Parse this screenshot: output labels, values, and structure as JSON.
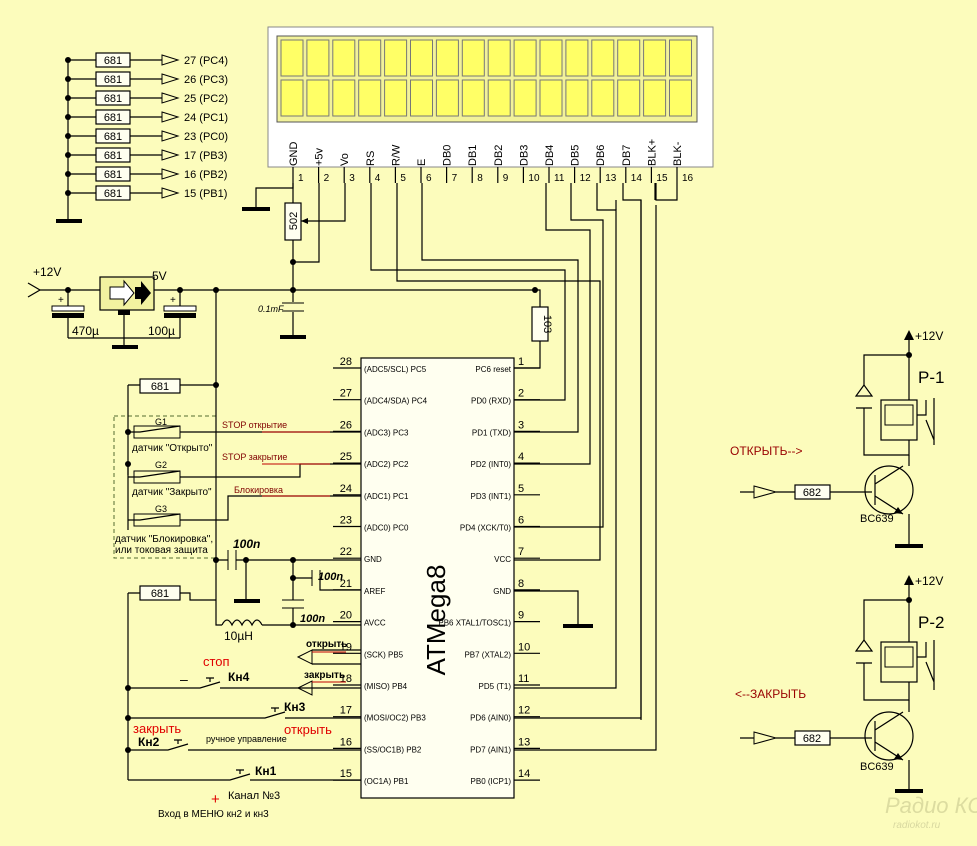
{
  "lcd": {
    "pins": [
      "GND",
      "+5v",
      "Vo",
      "RS",
      "R/W",
      "E",
      "DB0",
      "DB1",
      "DB2",
      "DB3",
      "DB4",
      "DB5",
      "DB6",
      "DB7",
      "BLK+",
      "BLK-"
    ],
    "numbers": [
      "1",
      "2",
      "3",
      "4",
      "5",
      "6",
      "7",
      "8",
      "9",
      "10",
      "11",
      "12",
      "13",
      "14",
      "15",
      "16"
    ],
    "trimmer": "502"
  },
  "pullups": {
    "resistor": "681",
    "labels": [
      "27 (PC4)",
      "26 (PC3)",
      "25 (PC2)",
      "24 (PC1)",
      "23 (PC0)",
      "17 (PB3)",
      "16 (PB2)",
      "15 (PB1)"
    ]
  },
  "power": {
    "input": "+12V",
    "regulator_out": "5V",
    "c_in": "470µ",
    "c_out": "100µ",
    "c_bypass": "0.1mF",
    "plus": "+"
  },
  "mcu": {
    "name": "ATMega8",
    "reset_resistor": "103",
    "left_pins": [
      {
        "num": "28",
        "name": "(ADC5/SCL) PC5"
      },
      {
        "num": "27",
        "name": "(ADC4/SDA) PC4"
      },
      {
        "num": "26",
        "name": "(ADC3) PC3"
      },
      {
        "num": "25",
        "name": "(ADC2) PC2"
      },
      {
        "num": "24",
        "name": "(ADC1) PC1"
      },
      {
        "num": "23",
        "name": "(ADC0) PC0"
      },
      {
        "num": "22",
        "name": "GND"
      },
      {
        "num": "21",
        "name": "AREF"
      },
      {
        "num": "20",
        "name": "AVCC"
      },
      {
        "num": "19",
        "name": "(SCK) PB5"
      },
      {
        "num": "18",
        "name": "(MISO) PB4"
      },
      {
        "num": "17",
        "name": "(MOSI/OC2) PB3"
      },
      {
        "num": "16",
        "name": "(SS/OC1B) PB2"
      },
      {
        "num": "15",
        "name": "(OC1A) PB1"
      }
    ],
    "right_pins": [
      {
        "num": "1",
        "name": "PC6 reset"
      },
      {
        "num": "2",
        "name": "PD0 (RXD)"
      },
      {
        "num": "3",
        "name": "PD1 (TXD)"
      },
      {
        "num": "4",
        "name": "PD2 (INT0)"
      },
      {
        "num": "5",
        "name": "PD3 (INT1)"
      },
      {
        "num": "6",
        "name": "PD4 (XCK/T0)"
      },
      {
        "num": "7",
        "name": "VCC"
      },
      {
        "num": "8",
        "name": "GND"
      },
      {
        "num": "9",
        "name": "PB6 XTAL1/TOSC1)"
      },
      {
        "num": "10",
        "name": "PB7 (XTAL2)"
      },
      {
        "num": "11",
        "name": "PD5  (T1)"
      },
      {
        "num": "12",
        "name": "PD6 (AIN0)"
      },
      {
        "num": "13",
        "name": "PD7 (AIN1)"
      },
      {
        "num": "14",
        "name": "PB0 (ICP1)"
      }
    ]
  },
  "sensors": {
    "r_top": "681",
    "g1": "G1",
    "g1_label": "датчик \"Открыто\"",
    "g2": "G2",
    "g2_label": "датчик \"Закрыто\"",
    "g3": "G3",
    "g3_label_1": "датчик \"Блокировка\",",
    "g3_label_2": "или токовая защита",
    "sig_stop_open": "STOP открытие",
    "sig_stop_close": "STOP закрытие",
    "sig_block": "Блокировка"
  },
  "analog": {
    "c1": "100n",
    "c2": "100n",
    "c3": "100n",
    "inductor": "10µH",
    "r_btn": "681"
  },
  "buttons": {
    "stop": "стоп",
    "minus": "–",
    "kn4": "Кн4",
    "out_open": "открыть",
    "out_close": "закрыть",
    "kn3": "Кн3",
    "open": "открыть",
    "close": "закрыть",
    "kn2": "Кн2",
    "manual": "ручное управление",
    "kn1": "Кн1",
    "plus": "+",
    "channel": "Канал №3",
    "menu": "Вход в МЕНЮ кн2 и кн3"
  },
  "relays": {
    "r1_power": "+12V",
    "r1_name": "P-1",
    "r1_cmd": "ОТКРЫТЬ-->",
    "r1_res": "682",
    "r1_tr": "BC639",
    "r2_power": "+12V",
    "r2_name": "P-2",
    "r2_cmd": "<--ЗАКРЫТЬ",
    "r2_res": "682",
    "r2_tr": "BC639"
  },
  "watermark": {
    "logo": "Радио КОТ",
    "url": "radiokot.ru"
  },
  "colors": {
    "background": "#fcfcbc",
    "lcd_segment": "#ffff66",
    "signal_red": "#c00000"
  }
}
